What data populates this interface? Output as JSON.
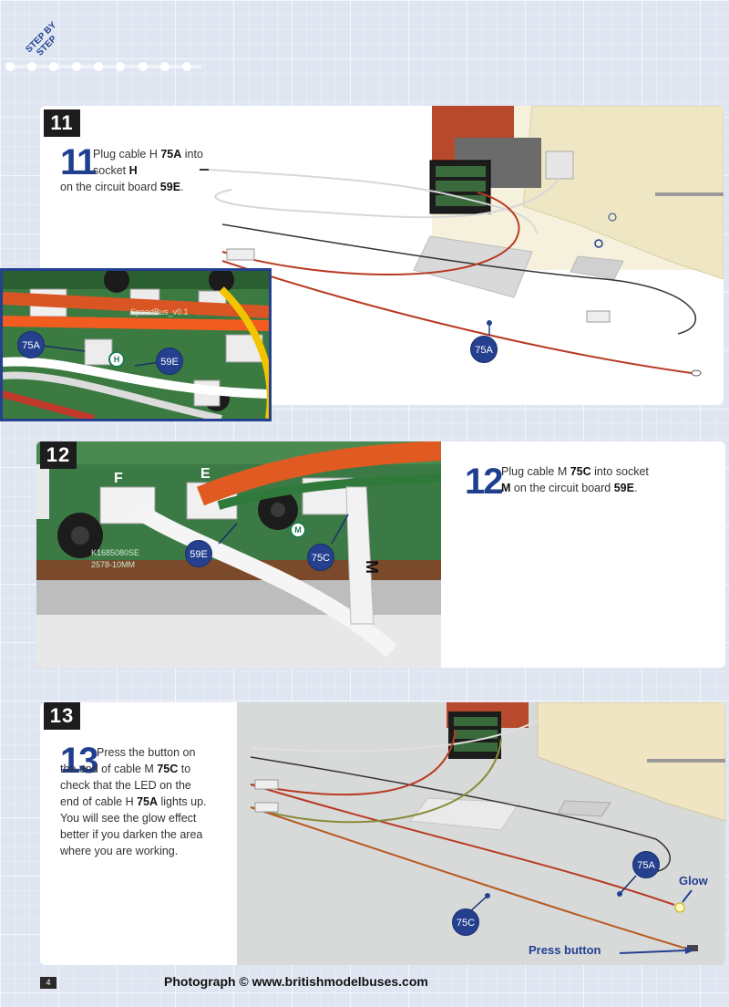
{
  "header": {
    "section_label_line1": "STEP BY",
    "section_label_line2": "STEP"
  },
  "colors": {
    "accent_blue": "#24408f",
    "badge_black": "#1d1d1f",
    "socket_green": "#1e7b50",
    "cable_red": "#b83a22"
  },
  "steps": [
    {
      "number": "11",
      "text_parts": [
        "Plug cable H ",
        "75A",
        " into socket ",
        "H",
        " on the circuit board ",
        "59E",
        "."
      ],
      "labels": [
        "75A",
        "75A",
        "H",
        "59E"
      ],
      "pcb_print": "SpeedBus_v0.1"
    },
    {
      "number": "12",
      "text_parts": [
        "Plug cable M ",
        "75C",
        " into socket ",
        "M",
        " on the circuit board ",
        "59E",
        "."
      ],
      "labels": [
        "59E",
        "M",
        "75C"
      ],
      "pcb_letters": [
        "F",
        "E"
      ],
      "pcb_print_1": "K1685080SE",
      "pcb_print_2": "2578-10MM",
      "tag_letter": "M"
    },
    {
      "number": "13",
      "text_parts": [
        "Press the button on the end of cable M ",
        "75C",
        " to check that the LED on the end of cable H ",
        "75A",
        " lights up. You will see the glow effect better if you darken the area where you are working."
      ],
      "labels": [
        "75A",
        "75C"
      ],
      "callouts": {
        "glow": "Glow",
        "press": "Press button"
      }
    }
  ],
  "footer": {
    "page_number": "4",
    "credit": "Photograph © www.britishmodelbuses.com"
  }
}
